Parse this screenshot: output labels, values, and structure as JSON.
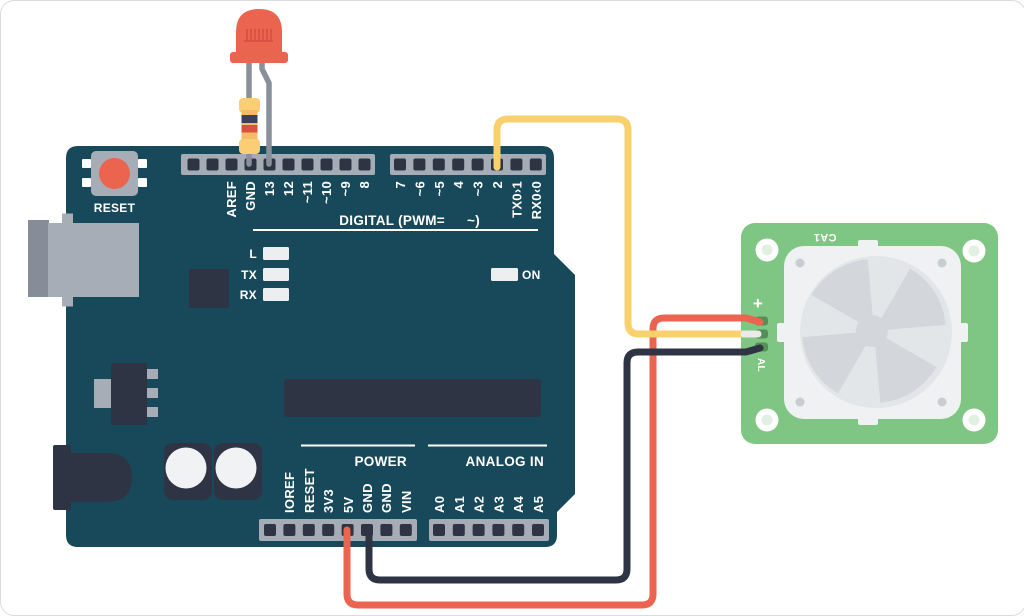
{
  "colors": {
    "board": "#17495B",
    "dark_component": "#2E3444",
    "header_strip": "#A6ACB6",
    "accent_red": "#EA6450",
    "wire_yellow": "#F8D16C",
    "wire_red": "#EA6450",
    "wire_black": "#2E3444",
    "wire_tip_white": "#E9EAEA",
    "pir_green": "#7FC583",
    "pir_pin_green": "#549055",
    "led_indicator_off": "#EDEEF0",
    "led_leg_gray": "#8A9099",
    "usb_gray": "#A7ADB7",
    "usb_dark_gray": "#878D98",
    "resistor_body": "#F4BC67",
    "resistor_cap": "#FBCD74",
    "resistor_band_navy": "#3A4158",
    "resistor_band_red": "#D9513F",
    "dome_white": "#EFF1F2",
    "lens_gray": "#E3E6E8",
    "blade_gray": "#D3D6DA"
  },
  "arduino": {
    "reset_label": "RESET",
    "digital_left": [
      "AREF",
      "GND",
      "13",
      "12",
      "~11",
      "~10",
      "~9",
      "8"
    ],
    "digital_right": [
      "7",
      "~6",
      "~5",
      "4",
      "~3",
      "2",
      "TX0›1",
      "RX0‹0"
    ],
    "digital_caption": "DIGITAL (PWM=",
    "digital_caption_tilde": "~)",
    "indicator_labels": [
      "L",
      "TX",
      "RX"
    ],
    "on_label": "ON",
    "power_caption": "POWER",
    "power_pins": [
      "IOREF",
      "RESET",
      "3V3",
      "5V",
      "GND",
      "GND",
      "VIN"
    ],
    "analog_caption": "ANALOG IN",
    "analog_pins": [
      "A0",
      "A1",
      "A2",
      "A3",
      "A4",
      "A5"
    ]
  },
  "pir": {
    "model_label": "CA1",
    "plus_label": "+",
    "al_label": "AL"
  }
}
